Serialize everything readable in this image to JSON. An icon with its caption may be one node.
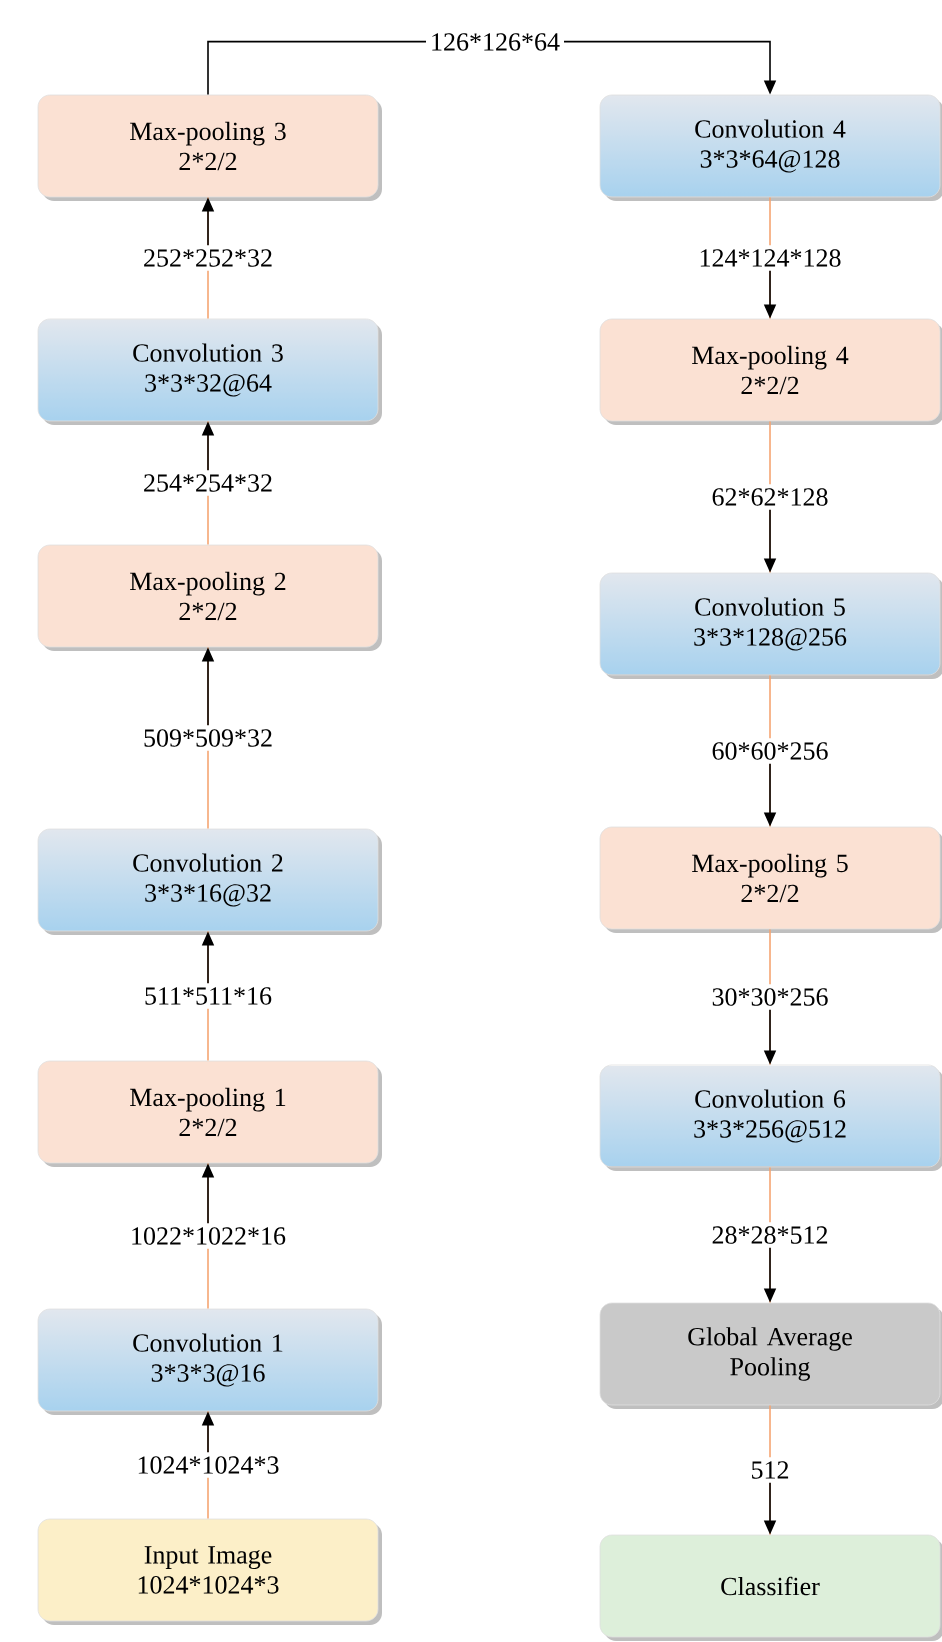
{
  "diagram": {
    "nodes": [
      {
        "text": [
          "Input Image",
          "1024*1024*3"
        ]
      },
      {
        "text": [
          "Convolution 1",
          "3*3*3@16"
        ]
      },
      {
        "text": [
          "Max-pooling 1",
          "2*2/2"
        ]
      },
      {
        "text": [
          "Convolution 2",
          "3*3*16@32"
        ]
      },
      {
        "text": [
          "Max-pooling 2",
          "2*2/2"
        ]
      },
      {
        "text": [
          "Convolution 3",
          "3*3*32@64"
        ]
      },
      {
        "text": [
          "Max-pooling 3",
          "2*2/2"
        ]
      },
      {
        "text": [
          "Convolution 4",
          "3*3*64@128"
        ]
      },
      {
        "text": [
          "Max-pooling 4",
          "2*2/2"
        ]
      },
      {
        "text": [
          "Convolution 5",
          "3*3*128@256"
        ]
      },
      {
        "text": [
          "Max-pooling 5",
          "2*2/2"
        ]
      },
      {
        "text": [
          "Convolution 6",
          "3*3*256@512"
        ]
      },
      {
        "text": [
          "Global Average Pooling"
        ]
      },
      {
        "text": [
          "Classifier"
        ]
      }
    ],
    "edges": [
      {
        "from": 0,
        "to": 1,
        "arrow": "to",
        "label": "1024*1024*3"
      },
      {
        "from": 1,
        "to": 2,
        "arrow": "to",
        "label": "1022*1022*16"
      },
      {
        "from": 2,
        "to": 3,
        "arrow": "to",
        "label": "511*511*16"
      },
      {
        "from": 3,
        "to": 4,
        "arrow": "to",
        "label": "509*509*32"
      },
      {
        "from": 4,
        "to": 5,
        "arrow": "to",
        "label": "254*254*32"
      },
      {
        "from": 5,
        "to": 6,
        "arrow": "to",
        "label": "252*252*32"
      },
      {
        "from": 6,
        "to": 7,
        "arrow": "to",
        "label": "126*126*64",
        "color": "#000000"
      },
      {
        "from": 7,
        "to": 8,
        "arrow": "to",
        "label": "124*124*128"
      },
      {
        "from": 8,
        "to": 9,
        "arrow": "to",
        "label": "62*62*128"
      },
      {
        "from": 9,
        "to": 10,
        "arrow": "to",
        "label": "60*60*256"
      },
      {
        "from": 10,
        "to": 11,
        "arrow": "to",
        "label": "30*30*256"
      },
      {
        "from": 11,
        "to": 12,
        "arrow": "to",
        "label": "28*28*512"
      },
      {
        "from": 12,
        "to": 13,
        "arrow": "to",
        "label": "512"
      }
    ]
  }
}
